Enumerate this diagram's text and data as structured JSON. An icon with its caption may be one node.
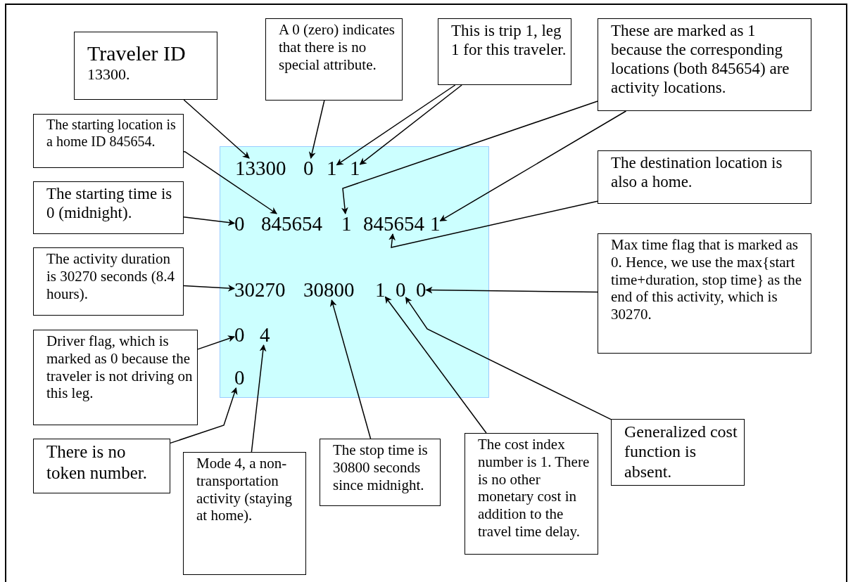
{
  "diagram": {
    "nodes": [
      {
        "text": [
          "Traveler ID",
          "13300."
        ]
      },
      {
        "text": [
          "A 0 (zero) indicates that there is no special attribute."
        ]
      },
      {
        "text": [
          "This is trip 1, leg 1 for this traveler."
        ]
      },
      {
        "text": [
          "These are marked as 1 because the corresponding locations (both 845654) are activity locations."
        ]
      },
      {
        "text": [
          "The starting location is a home ID 845654."
        ]
      },
      {
        "text": [
          "The destination location is also a home."
        ]
      },
      {
        "text": [
          "The starting time is 0 (midnight)."
        ]
      },
      {
        "text": [
          "The activity duration is 30270 seconds (8.4 hours)."
        ]
      },
      {
        "text": [
          "Max time flag that is marked as 0. Hence, we use the max{start time+duration, stop time} as the end of this activity, which is 30270."
        ]
      },
      {
        "text": [
          "Driver flag, which is marked as 0 because the traveler is not driving on this leg."
        ]
      },
      {
        "text": [
          "There is no token number."
        ]
      },
      {
        "text": [
          "Mode 4, a non-transportation activity (staying at home)."
        ]
      },
      {
        "text": [
          "The stop time is 30800 seconds since midnight."
        ]
      },
      {
        "text": [
          "The cost index number is 1. There is no other monetary cost in addition to the travel time delay."
        ]
      },
      {
        "text": [
          "Generalized cost function is absent."
        ]
      },
      {
        "text": [],
        "shape": "box"
      },
      {
        "text": [
          "13300"
        ],
        "in": 15
      },
      {
        "text": [
          "0"
        ],
        "in": 15
      },
      {
        "text": [
          "1"
        ],
        "in": 15
      },
      {
        "text": [
          "1"
        ],
        "in": 15
      },
      {
        "text": [
          "0"
        ],
        "in": 15
      },
      {
        "text": [
          "845654"
        ],
        "in": 15
      },
      {
        "text": [
          "1"
        ],
        "in": 15
      },
      {
        "text": [
          "845654"
        ],
        "in": 15
      },
      {
        "text": [
          "1"
        ],
        "in": 15
      },
      {
        "text": [
          "30270"
        ],
        "in": 15
      },
      {
        "text": [
          "30800"
        ],
        "in": 15
      },
      {
        "text": [
          "1"
        ],
        "in": 15
      },
      {
        "text": [
          "0"
        ],
        "in": 15
      },
      {
        "text": [
          "0"
        ],
        "in": 15
      },
      {
        "text": [
          "0"
        ],
        "in": 15
      },
      {
        "text": [
          "4"
        ],
        "in": 15
      },
      {
        "text": [
          "0"
        ],
        "in": 15
      }
    ],
    "edges": [
      {
        "from": 0,
        "to": 16,
        "arrow": "to"
      },
      {
        "from": 1,
        "to": 17,
        "arrow": "to"
      },
      {
        "from": 2,
        "to": 18,
        "arrow": "to"
      },
      {
        "from": 2,
        "to": 19,
        "arrow": "to"
      },
      {
        "from": 3,
        "to": 22,
        "arrow": "to"
      },
      {
        "from": 3,
        "to": 24,
        "arrow": "to"
      },
      {
        "from": 4,
        "to": 21,
        "arrow": "to"
      },
      {
        "from": 5,
        "to": 23,
        "arrow": "to"
      },
      {
        "from": 6,
        "to": 20,
        "arrow": "to"
      },
      {
        "from": 7,
        "to": 25,
        "arrow": "to"
      },
      {
        "from": 8,
        "to": 29,
        "arrow": "to"
      },
      {
        "from": 9,
        "to": 30,
        "arrow": "to"
      },
      {
        "from": 10,
        "to": 32,
        "arrow": "to"
      },
      {
        "from": 11,
        "to": 31,
        "arrow": "to"
      },
      {
        "from": 12,
        "to": 26,
        "arrow": "to"
      },
      {
        "from": 13,
        "to": 27,
        "arrow": "to"
      },
      {
        "from": 14,
        "to": 28,
        "arrow": "to"
      }
    ]
  }
}
